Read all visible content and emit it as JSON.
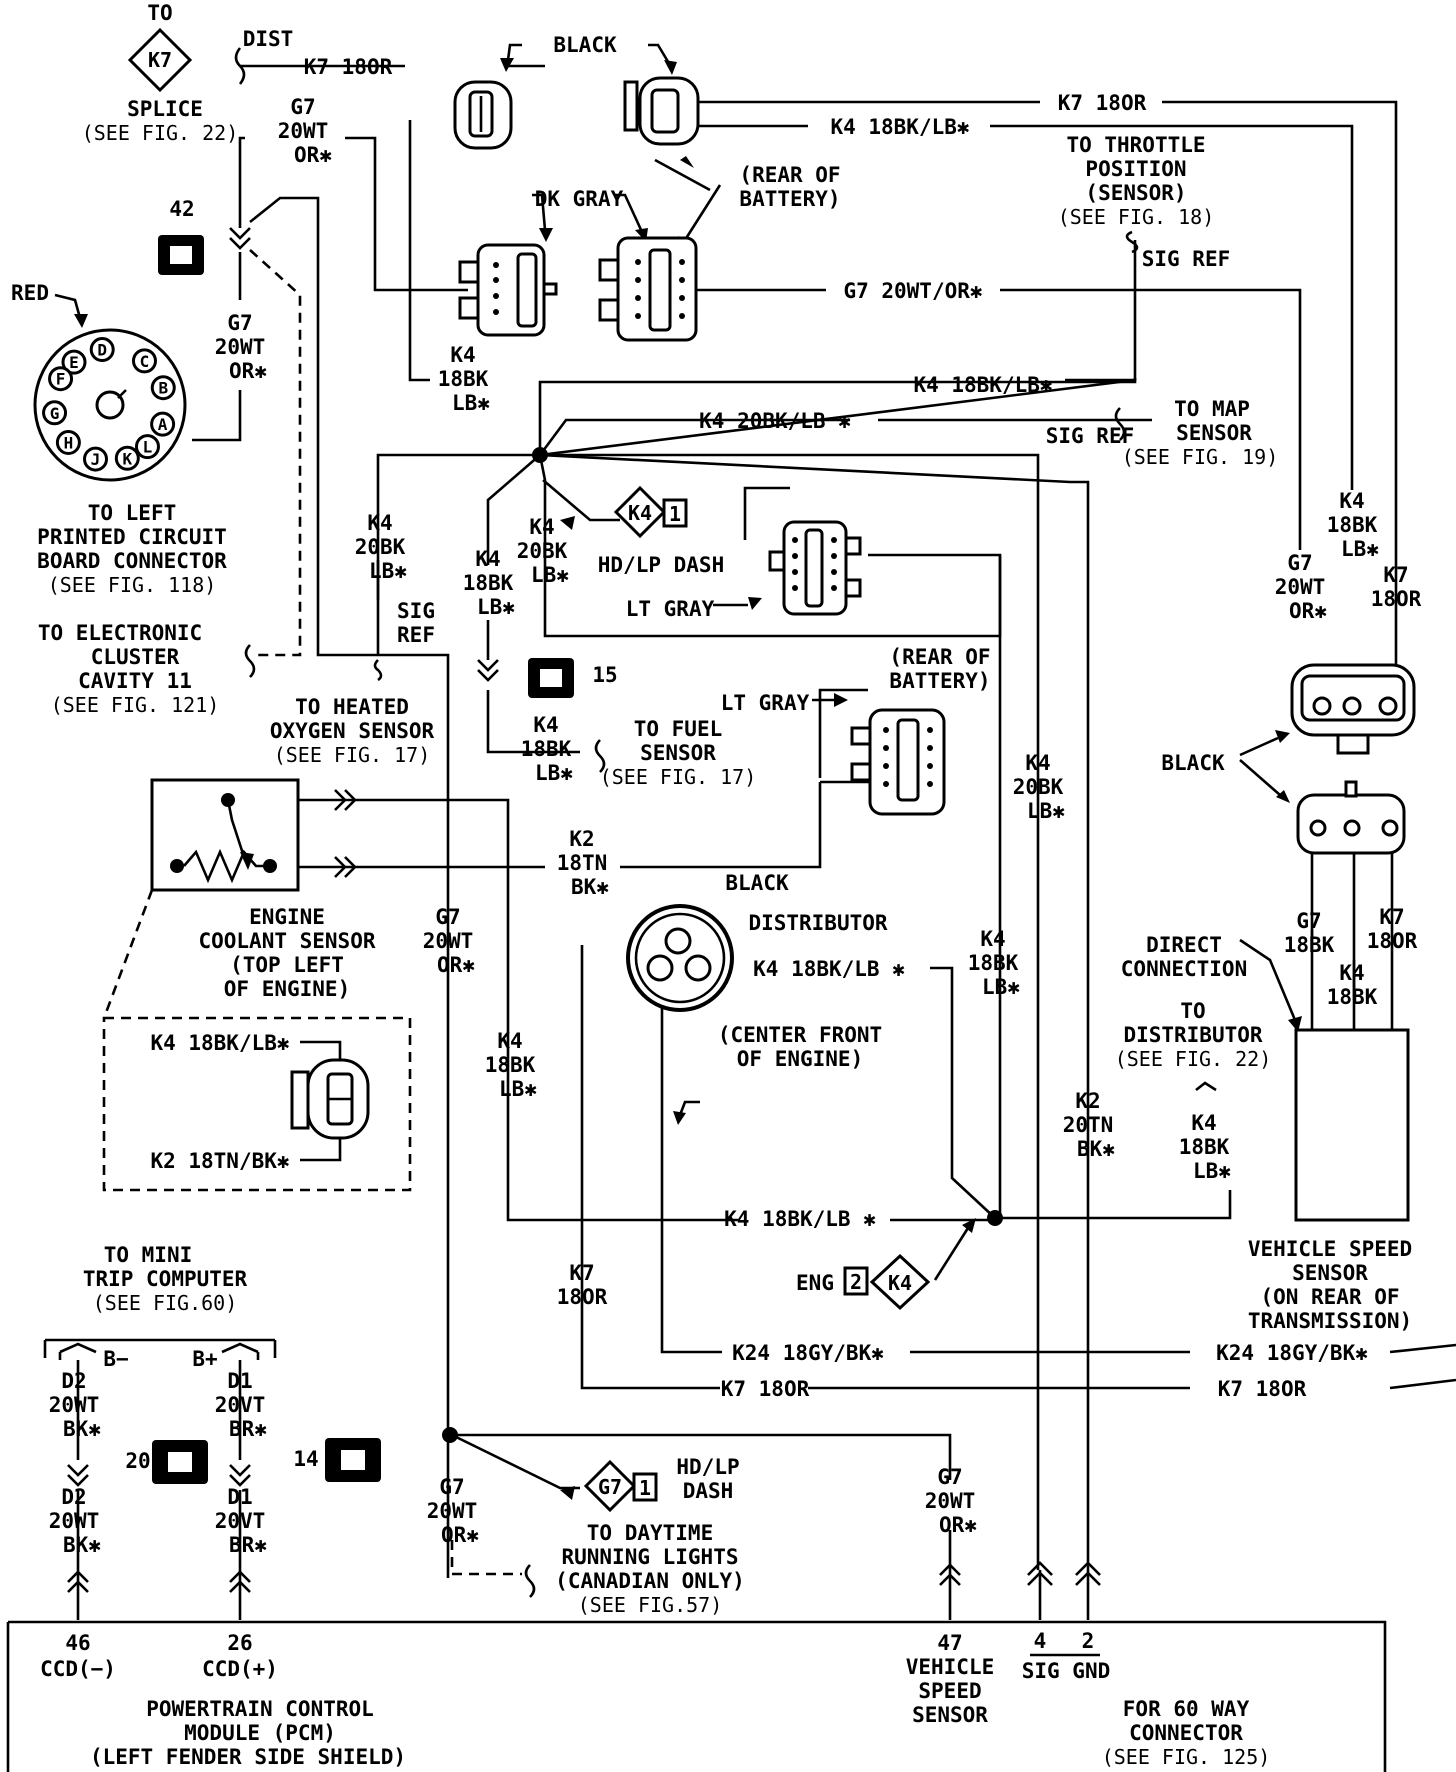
{
  "labels": {
    "to_top": "TO",
    "k7_diamond": "K7",
    "splice": "SPLICE",
    "see_fig22_a": "(SEE FIG. 22)",
    "dist": "DIST",
    "k7_180r_top": "K7 18OR",
    "black_top": "BLACK",
    "g7_a1": "G7",
    "g7_a2": "20WT",
    "g7_a3": "OR✱",
    "num42": "42",
    "red": "RED",
    "dk_gray": "DK GRAY",
    "rear_batt_1a": "(REAR OF",
    "rear_batt_1b": "BATTERY)",
    "k7_180r_right": "K7 18OR",
    "k4_18bklb_top": "K4 18BK/LB✱",
    "throttle_1": "TO THROTTLE",
    "throttle_2": "POSITION",
    "throttle_3": "(SENSOR)",
    "throttle_4": "(SEE FIG. 18)",
    "sig_ref_a": "SIG REF",
    "g7_20wtor_mid": "G7 20WT/OR✱",
    "g7_b1": "G7",
    "g7_b2": "20WT",
    "g7_b3": "OR✱",
    "k4_c1": "K4",
    "k4_c2": "18BK",
    "k4_c3": "LB✱",
    "k4_18bklb_mid": "K4 18BK/LB✱",
    "k4_20bklb_mid": "K4 20BK/LB ✱",
    "to_map": "TO MAP",
    "sig_ref_b": "SIG REF",
    "map_sensor": "SENSOR",
    "see_fig19": "(SEE FIG. 19)",
    "left_pcb_1": "TO LEFT",
    "left_pcb_2": "PRINTED CIRCUIT",
    "left_pcb_3": "BOARD CONNECTOR",
    "left_pcb_4": "(SEE FIG. 118)",
    "k4_d1": "K4",
    "k4_d2": "20BK",
    "k4_d3": "LB✱",
    "k4_e1": "K4",
    "k4_e2": "20BK",
    "k4_e3": "LB✱",
    "k4_f1": "K4",
    "k4_f2": "18BK",
    "k4_f3": "LB✱",
    "k4_diamond_a": "K4",
    "one_a": "1",
    "hd_lp_dash_a": "HD/LP DASH",
    "lt_gray_a": "LT GRAY",
    "sig_ref_c1": "SIG",
    "sig_ref_c2": "REF",
    "elec_1": "TO ELECTRONIC",
    "elec_2": "CLUSTER",
    "elec_3": "CAVITY 11",
    "elec_4": "(SEE FIG. 121)",
    "num15": "15",
    "rear_batt_2a": "(REAR OF",
    "rear_batt_2b": "BATTERY)",
    "lt_gray_b": "LT GRAY",
    "k4_g1": "K4",
    "k4_g2": "18BK",
    "k4_g3": "LB✱",
    "fuel_1": "TO FUEL",
    "fuel_2": "SENSOR",
    "fuel_3": "(SEE FIG. 17)",
    "oxy_1": "TO HEATED",
    "oxy_2": "OXYGEN SENSOR",
    "oxy_3": "(SEE FIG. 17)",
    "k4_h1": "K4",
    "k4_h2": "20BK",
    "k4_h3": "LB✱",
    "black_right": "BLACK",
    "k4_i1": "K4",
    "k4_i2": "18BK",
    "k4_i3": "LB✱",
    "k7_j1": "K7",
    "k7_j2": "18OR",
    "g7_k1": "G7",
    "g7_k2": "20WT",
    "g7_k3": "OR✱",
    "k2_l1": "K2",
    "k2_l2": "18TN",
    "k2_l3": "BK✱",
    "black_dist": "BLACK",
    "distributor": "DISTRIBUTOR",
    "k4_18bklb_dist": "K4 18BK/LB ✱",
    "ecs_1": "ENGINE",
    "ecs_2": "COOLANT SENSOR",
    "ecs_3": "(TOP LEFT",
    "ecs_4": "OF ENGINE)",
    "g7_m1": "G7",
    "g7_m2": "20WT",
    "g7_m3": "OR✱",
    "k4_n1": "K4",
    "k4_n2": "18BK",
    "k4_n3": "LB✱",
    "cfe_1": "(CENTER FRONT",
    "cfe_2": "OF ENGINE)",
    "g7_o1": "G7",
    "g7_o2": "18BK",
    "k7_p1": "K7",
    "k7_p2": "18OR",
    "k4_q1": "K4",
    "k4_q2": "18BK",
    "direct_1": "DIRECT",
    "direct_2": "CONNECTION",
    "todist_1": "TO",
    "todist_2": "DISTRIBUTOR",
    "todist_3": "(SEE FIG. 22)",
    "k4_18bklb_ins": "K4 18BK/LB✱",
    "k2_18tnbk_ins": "K2 18TN/BK✱",
    "k4_r1": "K4",
    "k4_r2": "18BK",
    "k4_r3": "LB✱",
    "k2_s1": "K2",
    "k2_s2": "20TN",
    "k2_s3": "BK✱",
    "k4_t1": "K4",
    "k4_t2": "18BK",
    "k4_t3": "LB✱",
    "k4_18bklb_low": "K4 18BK/LB ✱",
    "k7_u1": "K7",
    "k7_u2": "18OR",
    "vss_1": "VEHICLE SPEED",
    "vss_2": "SENSOR",
    "vss_3": "(ON REAR OF",
    "vss_4": "TRANSMISSION)",
    "eng": "ENG",
    "two_eng": "2",
    "k4_diamond_b": "K4",
    "mini_1": "TO MINI",
    "mini_2": "TRIP COMPUTER",
    "mini_3": "(SEE FIG.60)",
    "k24_a": "K24 18GY/BK✱",
    "k24_b": "K24 18GY/BK✱",
    "b_minus": "B−",
    "b_plus": "B+",
    "k7_180r_low_a": "K7 18OR",
    "k7_180r_low_b": "K7 18OR",
    "d2_a1": "D2",
    "d2_a2": "20WT",
    "d2_a3": "BK✱",
    "d1_a1": "D1",
    "d1_a2": "20VT",
    "d1_a3": "BR✱",
    "num20": "20",
    "num14": "14",
    "g7_diamond": "G7",
    "one_b": "1",
    "hd_lp_b1": "HD/LP",
    "hd_lp_b2": "DASH",
    "d2_b1": "D2",
    "d2_b2": "20WT",
    "d2_b3": "BK✱",
    "d1_b1": "D1",
    "d1_b2": "20VT",
    "d1_b3": "BR✱",
    "g7_v1": "G7",
    "g7_v2": "20WT",
    "g7_v3": "OR✱",
    "drl_1": "TO DAYTIME",
    "drl_2": "RUNNING LIGHTS",
    "drl_3": "(CANADIAN ONLY)",
    "drl_4": "(SEE FIG.57)",
    "g7_w1": "G7",
    "g7_w2": "20WT",
    "g7_w3": "OR✱",
    "pin46": "46",
    "ccd_minus": "CCD(−)",
    "pin26": "26",
    "ccd_plus": "CCD(+)",
    "pin47": "47",
    "vss_b1": "VEHICLE",
    "vss_b2": "SPEED",
    "vss_b3": "SENSOR",
    "pin4": "4",
    "pin2": "2",
    "sig_gnd": "SIG GND",
    "pcm_1": "POWERTRAIN CONTROL",
    "pcm_2": "MODULE (PCM)",
    "pcm_3": "(LEFT FENDER SIDE SHIELD)",
    "conn60_1": "FOR 60 WAY",
    "conn60_2": "CONNECTOR",
    "conn60_3": "(SEE FIG. 125)"
  },
  "ecu_pins": [
    "A",
    "B",
    "C",
    "D",
    "E",
    "F",
    "G",
    "H",
    "J",
    "K",
    "L"
  ]
}
